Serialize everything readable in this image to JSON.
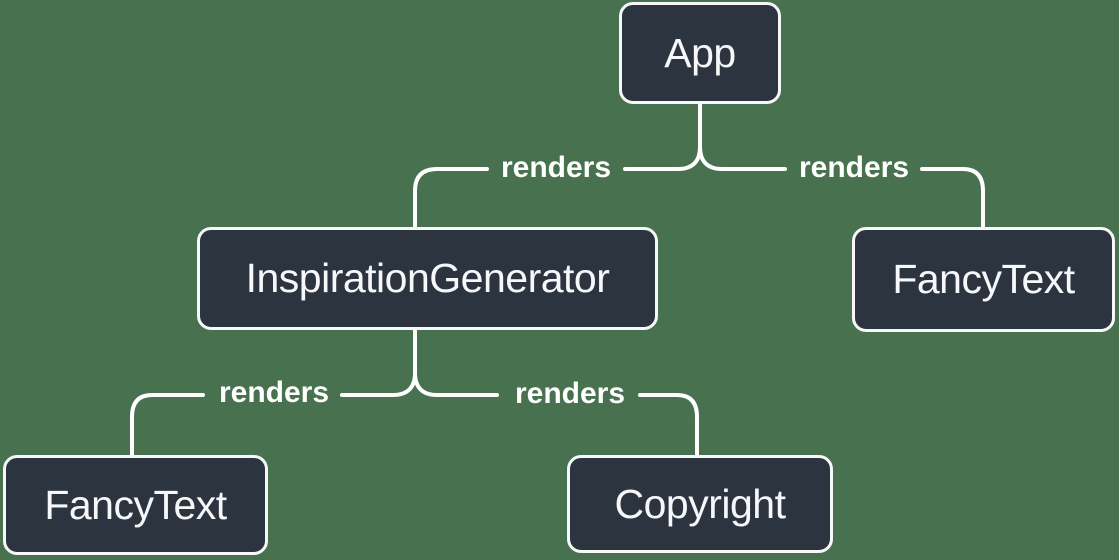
{
  "diagram": {
    "nodes": [
      {
        "id": "app",
        "label": "App"
      },
      {
        "id": "inspiration-generator",
        "label": "InspirationGenerator"
      },
      {
        "id": "fancy-text-top-right",
        "label": "FancyText"
      },
      {
        "id": "fancy-text-bottom-left",
        "label": "FancyText"
      },
      {
        "id": "copyright",
        "label": "Copyright"
      }
    ],
    "edges": [
      {
        "from": "App",
        "to": "InspirationGenerator",
        "label": "renders"
      },
      {
        "from": "App",
        "to": "FancyText",
        "label": "renders"
      },
      {
        "from": "InspirationGenerator",
        "to": "FancyText",
        "label": "renders"
      },
      {
        "from": "InspirationGenerator",
        "to": "Copyright",
        "label": "renders"
      }
    ],
    "colors": {
      "background": "#47714f",
      "node_fill": "#2c3440",
      "node_border": "#f6f7f9",
      "node_text": "#f6f7f9",
      "edge_line": "#ffffff",
      "edge_label_text": "#ffffff"
    }
  }
}
